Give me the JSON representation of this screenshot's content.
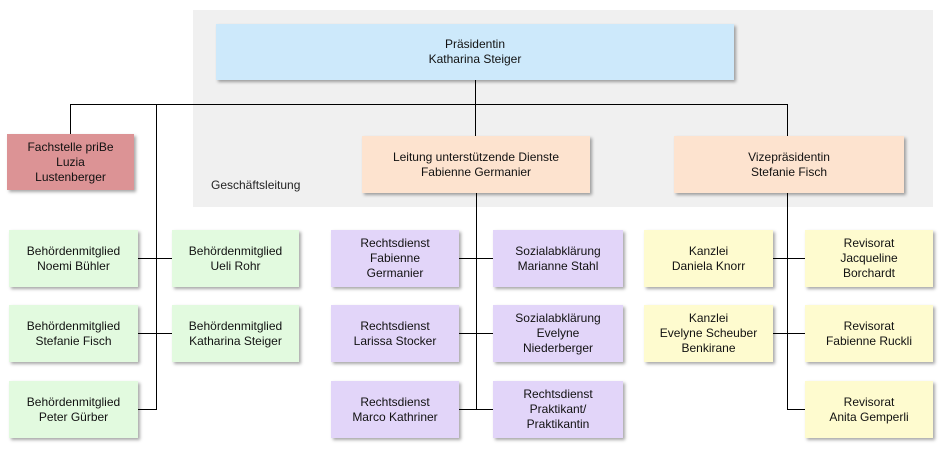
{
  "group_label": "Geschäftsleitung",
  "colors": {
    "president": "#cde9fb",
    "leadership": "#fde3cf",
    "fachstelle": "#dc9395",
    "authority": "#e2fadf",
    "legal": "#e2d5f9",
    "office": "#fefbcf",
    "group_bg": "#f0f0f0",
    "connector": "#000000"
  },
  "president": {
    "lines": [
      "Präsidentin",
      "Katharina Steiger"
    ]
  },
  "fachstelle": {
    "lines": [
      "Fachstelle priBe",
      "Luzia",
      "Lustenberger"
    ]
  },
  "leitung": {
    "lines": [
      "Leitung unterstützende Dienste",
      "Fabienne Germanier"
    ]
  },
  "vize": {
    "lines": [
      "Vizepräsidentin",
      "Stefanie Fisch"
    ]
  },
  "behoerde": [
    {
      "lines": [
        "Behördenmitglied",
        "Noemi Bühler"
      ]
    },
    {
      "lines": [
        "Behördenmitglied",
        "Ueli Rohr"
      ]
    },
    {
      "lines": [
        "Behördenmitglied",
        "Stefanie Fisch"
      ]
    },
    {
      "lines": [
        "Behördenmitglied",
        "Katharina Steiger"
      ]
    },
    {
      "lines": [
        "Behördenmitglied",
        "Peter Gürber"
      ]
    }
  ],
  "dienste": [
    {
      "lines": [
        "Rechtsdienst",
        "Fabienne",
        "Germanier"
      ]
    },
    {
      "lines": [
        "Sozialabklärung",
        "Marianne Stahl"
      ]
    },
    {
      "lines": [
        "Rechtsdienst",
        "Larissa Stocker"
      ]
    },
    {
      "lines": [
        "Sozialabklärung",
        "Evelyne",
        "Niederberger"
      ]
    },
    {
      "lines": [
        "Rechtsdienst",
        "Marco Kathriner"
      ]
    },
    {
      "lines": [
        "Rechtsdienst",
        "Praktikant/",
        "Praktikantin"
      ]
    }
  ],
  "kanzlei": [
    {
      "lines": [
        "Kanzlei",
        "Daniela Knorr"
      ]
    },
    {
      "lines": [
        "Revisorat",
        "Jacqueline",
        "Borchardt"
      ]
    },
    {
      "lines": [
        "Kanzlei",
        "Evelyne Scheuber",
        "Benkirane"
      ]
    },
    {
      "lines": [
        "Revisorat",
        "Fabienne Ruckli"
      ]
    },
    {
      "lines": [
        "Revisorat",
        "Anita Gemperli"
      ]
    }
  ]
}
